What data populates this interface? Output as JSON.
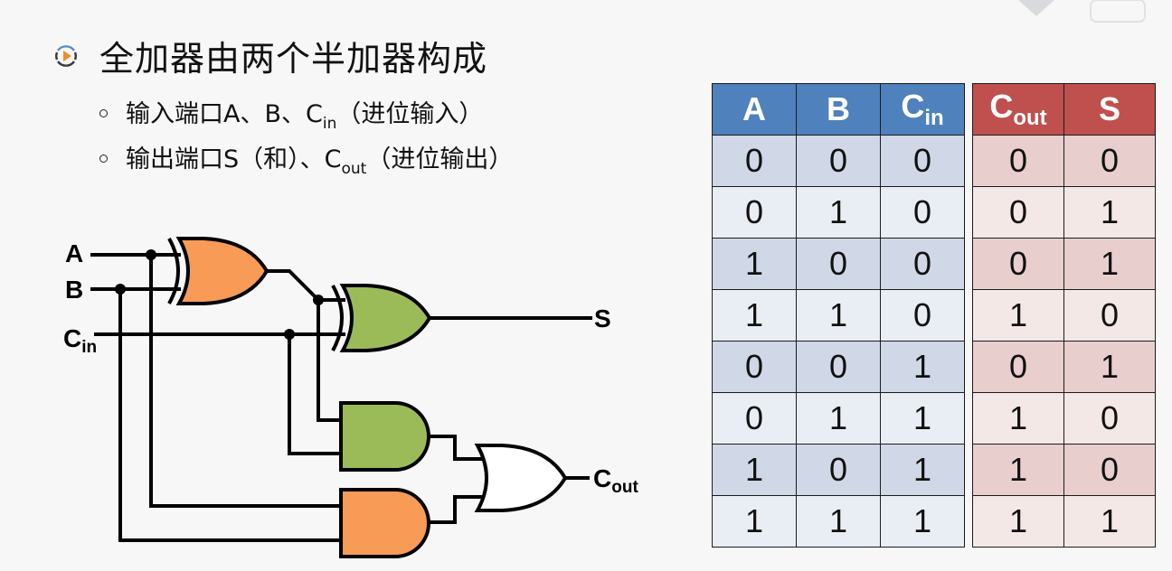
{
  "slide": {
    "title": "全加器由两个半加器构成",
    "title_icon": "play-circle-icon",
    "bullets": [
      {
        "prefix": "输入端口A、B、C",
        "sub": "in",
        "suffix": "（进位输入）"
      },
      {
        "prefix": "输出端口S（和）、C",
        "sub": "out",
        "suffix": "（进位输出）"
      }
    ]
  },
  "circuit": {
    "inputs": [
      {
        "label": "A",
        "sub": ""
      },
      {
        "label": "B",
        "sub": ""
      },
      {
        "label": "C",
        "sub": "in"
      }
    ],
    "outputs": [
      {
        "label": "S",
        "sub": ""
      },
      {
        "label": "C",
        "sub": "out"
      }
    ],
    "gates": [
      {
        "type": "XOR",
        "inputs": [
          "A",
          "B"
        ],
        "color": "#f79b56"
      },
      {
        "type": "XOR",
        "inputs": [
          "XOR1",
          "Cin"
        ],
        "output": "S",
        "color": "#9bbb59"
      },
      {
        "type": "AND",
        "inputs": [
          "XOR1",
          "Cin"
        ],
        "color": "#9bbb59"
      },
      {
        "type": "AND",
        "inputs": [
          "A",
          "B"
        ],
        "color": "#f79b56"
      },
      {
        "type": "OR",
        "inputs": [
          "AND1",
          "AND2"
        ],
        "output": "Cout",
        "color": "#ffffff"
      }
    ]
  },
  "truth_table": {
    "input_headers": [
      {
        "label": "A",
        "sub": ""
      },
      {
        "label": "B",
        "sub": ""
      },
      {
        "label": "C",
        "sub": "in"
      }
    ],
    "output_headers": [
      {
        "label": "C",
        "sub": "out"
      },
      {
        "label": "S",
        "sub": ""
      }
    ],
    "rows": [
      {
        "in": [
          "0",
          "0",
          "0"
        ],
        "out": [
          "0",
          "0"
        ]
      },
      {
        "in": [
          "0",
          "1",
          "0"
        ],
        "out": [
          "0",
          "1"
        ]
      },
      {
        "in": [
          "1",
          "0",
          "0"
        ],
        "out": [
          "0",
          "1"
        ]
      },
      {
        "in": [
          "1",
          "1",
          "0"
        ],
        "out": [
          "1",
          "0"
        ]
      },
      {
        "in": [
          "0",
          "0",
          "1"
        ],
        "out": [
          "0",
          "1"
        ]
      },
      {
        "in": [
          "0",
          "1",
          "1"
        ],
        "out": [
          "1",
          "0"
        ]
      },
      {
        "in": [
          "1",
          "0",
          "1"
        ],
        "out": [
          "1",
          "0"
        ]
      },
      {
        "in": [
          "1",
          "1",
          "1"
        ],
        "out": [
          "1",
          "1"
        ]
      }
    ],
    "input_header_color": "#4f81bd",
    "output_header_color": "#c0504d"
  }
}
